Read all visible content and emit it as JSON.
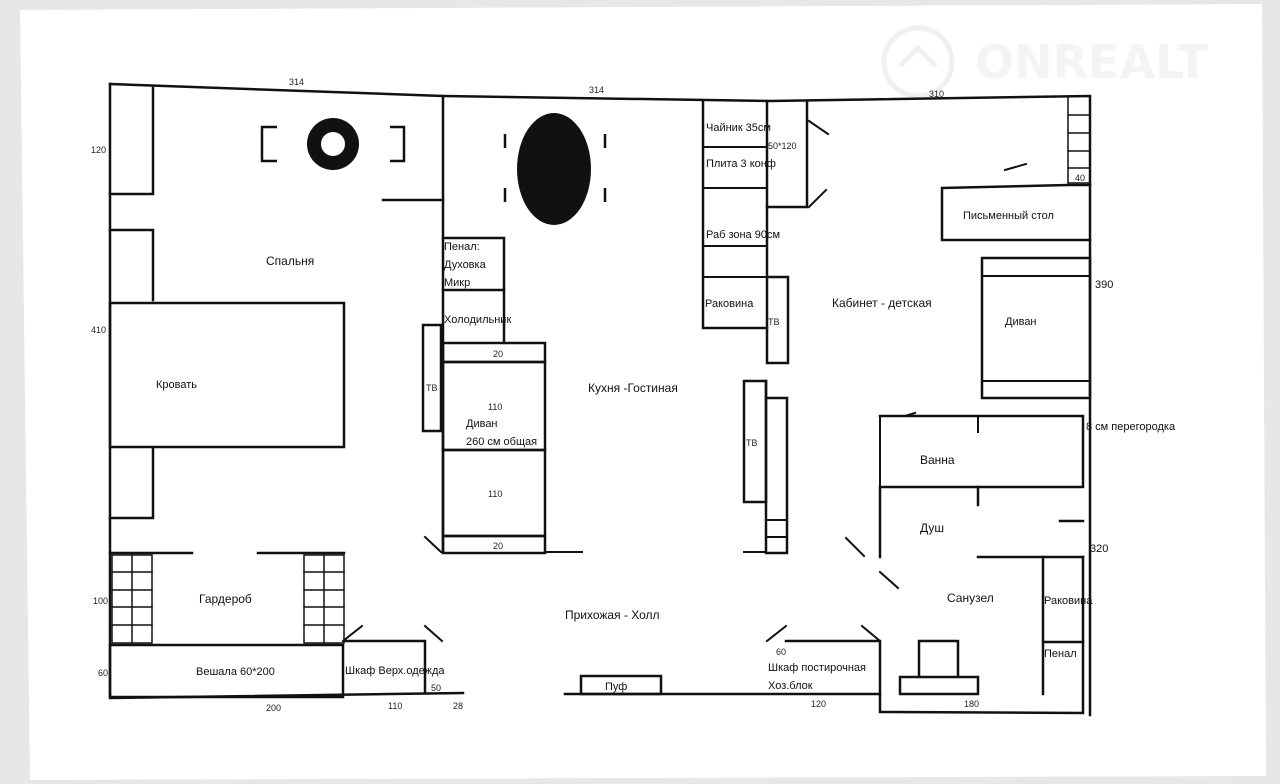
{
  "rooms": {
    "bedroom": "Спальня",
    "bed": "Кровать",
    "wardrobe": "Гардероб",
    "hangers": "Вешала 60*200",
    "outer_closet": "Шкаф Верх.одежда",
    "kitchen_living": "Кухня -Гостиная",
    "hall": "Прихожая  - Холл",
    "pouf": "Пуф",
    "closet_line1": "Шкаф постирочная",
    "closet_line2": "Хоз.блок",
    "study": "Кабинет - детская",
    "desk": "Письменный стол",
    "sofa_right": "Диван",
    "bath": "Ванна",
    "shower": "Душ",
    "wc": "Санузел",
    "sink_right": "Раковина",
    "pencil_right": "Пенал"
  },
  "kitchen": {
    "pencil_line1": "Пенал:",
    "pencil_line2": "Духовка",
    "pencil_line3": "Микр",
    "fridge": "Холодильник",
    "sofa": "Диван",
    "sofa_total": "260 см общая",
    "kettle": "Чайник 35см",
    "stove": "Плита 3 конф",
    "workzone": "Раб зона 90см",
    "sink": "Раковина",
    "tv": "ТВ",
    "niche": "50*120"
  },
  "partition": "8 см перегородка",
  "dims": {
    "top_left": "314",
    "top_mid": "314",
    "top_right": "310",
    "left_120": "120",
    "left_410": "410",
    "left_100": "100",
    "left_60": "60",
    "bottom_200": "200",
    "bottom_110": "110",
    "bottom_28": "28",
    "bottom_50": "50",
    "bottom_120": "120",
    "bottom_180": "180",
    "right_390": "390",
    "right_320": "320",
    "right_40": "40",
    "closet_60": "60",
    "sofa_20_top": "20",
    "sofa_20_bottom": "20",
    "sofa_110_a": "110",
    "sofa_110_b": "110"
  },
  "watermark": "ONREALT",
  "colors": {
    "paper": "#ffffff",
    "background": "#dcdedd",
    "line": "#111111"
  }
}
